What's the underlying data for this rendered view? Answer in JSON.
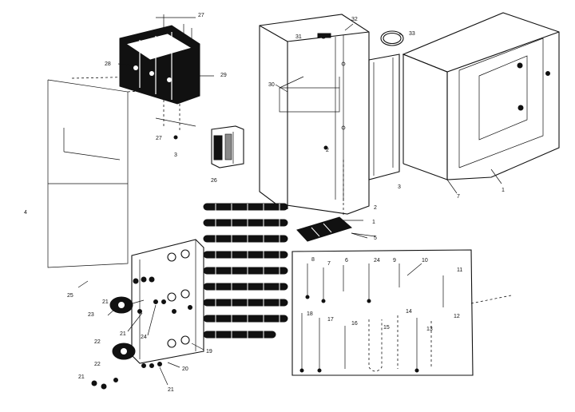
{
  "labels": {
    "l1": "1",
    "l2": "2",
    "l3": "3",
    "l4": "4",
    "l5": "5",
    "l6": "6",
    "l7": "7",
    "l8": "8",
    "l9": "9",
    "l10": "10",
    "l11": "11",
    "l12": "12",
    "l13": "13",
    "l14": "14",
    "l15": "15",
    "l16": "16",
    "l17": "17",
    "l18": "18",
    "l19": "19",
    "l20": "20",
    "l21": "21",
    "l21b": "21",
    "l21c": "21",
    "l22": "22",
    "l23": "23",
    "l24": "24",
    "l25": "25",
    "l26": "26",
    "l27": "27",
    "l27b": "27",
    "l28": "28",
    "l29": "29",
    "l30": "30",
    "l31": "31",
    "l32": "32",
    "l33": "33",
    "l7b": "7",
    "l2b": "2",
    "l3b": "3",
    "l1b": "1"
  }
}
